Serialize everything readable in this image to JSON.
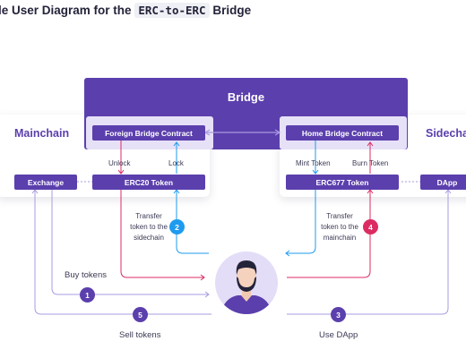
{
  "title": {
    "prefix": "le User Diagram for the",
    "code": "ERC-to-ERC",
    "suffix": "Bridge"
  },
  "bridge": {
    "title": "Bridge",
    "foreign_contract": "Foreign Bridge Contract",
    "home_contract": "Home Bridge Contract"
  },
  "mainchain": {
    "title": "Mainchain",
    "exchange": "Exchange",
    "token": "ERC20 Token",
    "unlock": "Unlock",
    "lock": "Lock"
  },
  "sidechain": {
    "title": "Sidechain",
    "token": "ERC677 Token",
    "dapp": "DApp",
    "mint": "Mint Token",
    "burn": "Burn Token"
  },
  "steps": {
    "s1": {
      "num": "1",
      "label": "Buy tokens"
    },
    "s2": {
      "num": "2",
      "label_line1": "Transfer",
      "label_line2": "token to the",
      "label_line3": "sidechain"
    },
    "s3": {
      "num": "3",
      "label": "Use DApp"
    },
    "s4": {
      "num": "4",
      "label_line1": "Transfer",
      "label_line2": "token to the",
      "label_line3": "mainchain"
    },
    "s5": {
      "num": "5",
      "label": "Sell tokens"
    }
  },
  "colors": {
    "purple": "#5b3fad",
    "lavender": "#a99be0",
    "blue": "#1e9bef",
    "pink": "#dc2b62"
  },
  "icons": {
    "user": "user-avatar-icon"
  }
}
